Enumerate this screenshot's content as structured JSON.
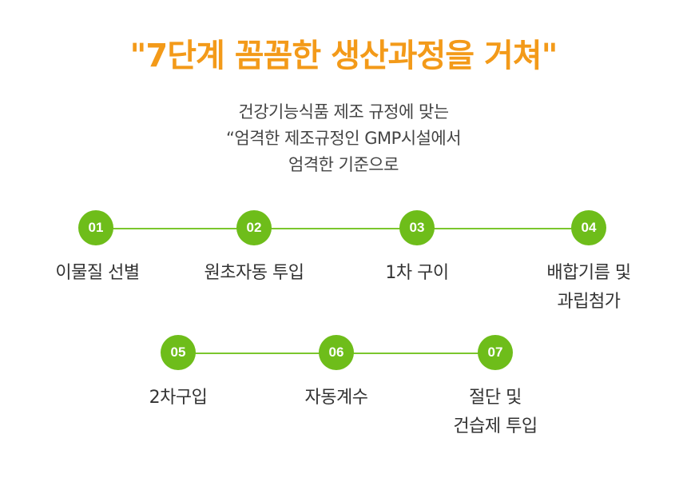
{
  "title": "\"7단계 꼼꼼한 생산과정을 거쳐\"",
  "subtitle": {
    "line1": "건강기능식품 제조 규정에 맞는",
    "line2": "“엄격한 제조규정인 GMP시설에서",
    "line3": "엄격한 기준으로"
  },
  "steps_row1": [
    {
      "number": "01",
      "line1": "이물질 선별",
      "line2": ""
    },
    {
      "number": "02",
      "line1": "원초자동 투입",
      "line2": ""
    },
    {
      "number": "03",
      "line1": "1차 구이",
      "line2": ""
    },
    {
      "number": "04",
      "line1": "배합기름 및",
      "line2": "과립첨가"
    }
  ],
  "steps_row2": [
    {
      "number": "05",
      "line1": "2차구입",
      "line2": ""
    },
    {
      "number": "06",
      "line1": "자동계수",
      "line2": ""
    },
    {
      "number": "07",
      "line1": "절단 및",
      "line2": "건습제 투입"
    }
  ],
  "colors": {
    "title": "#f39a19",
    "node": "#6ebd1a",
    "connector": "#7bc62d"
  }
}
